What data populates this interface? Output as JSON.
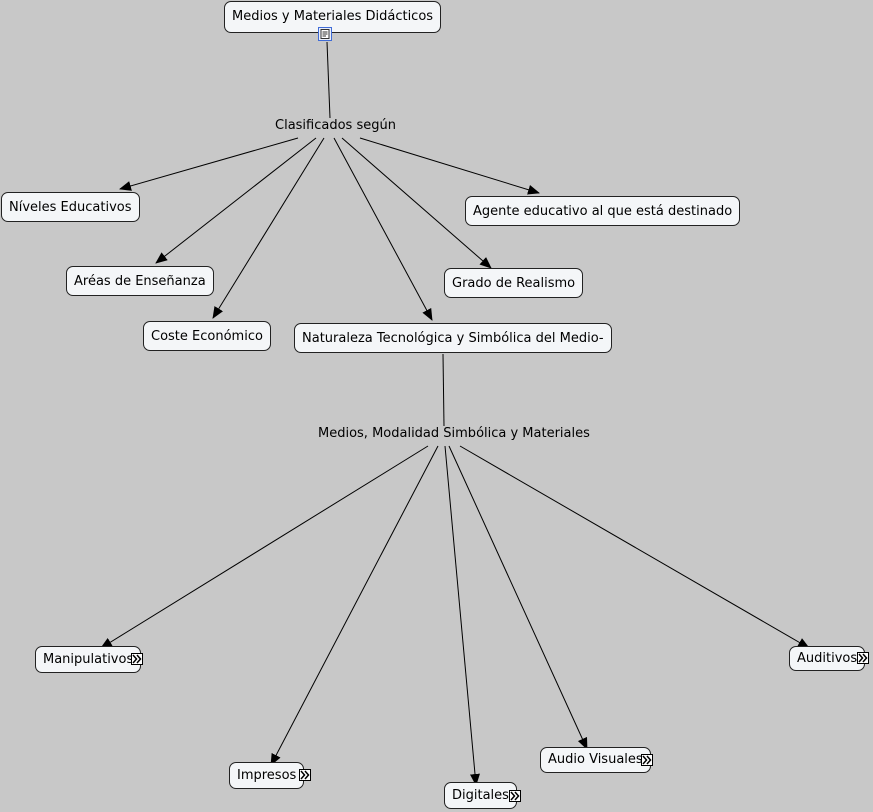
{
  "concepts": {
    "root": "Medios y Materiales Didácticos",
    "niveles": "Níveles Educativos",
    "agente": "Agente educativo al que está destinado",
    "areas": "Aréas de Enseñanza",
    "realismo": "Grado de Realismo",
    "coste": "Coste Económico",
    "naturaleza": "Naturaleza Tecnológica y Simbólica del Medio-",
    "manipulativos": "Manipulativos",
    "auditivos": "Auditivos",
    "impresos": "Impresos",
    "audiovisuales": "Audio Visuales",
    "digitales": "Digitales"
  },
  "link_phrases": {
    "clasificados": "Clasificados según",
    "medios": "Medios, Modalidad Simbólica y Materiales"
  },
  "icons": {
    "root_attachment": "document-icon",
    "expand": "double-chevron-right-icon"
  },
  "colors": {
    "background": "#c8c8c8",
    "node_fill": "#f4f6f8",
    "line": "#000000"
  }
}
